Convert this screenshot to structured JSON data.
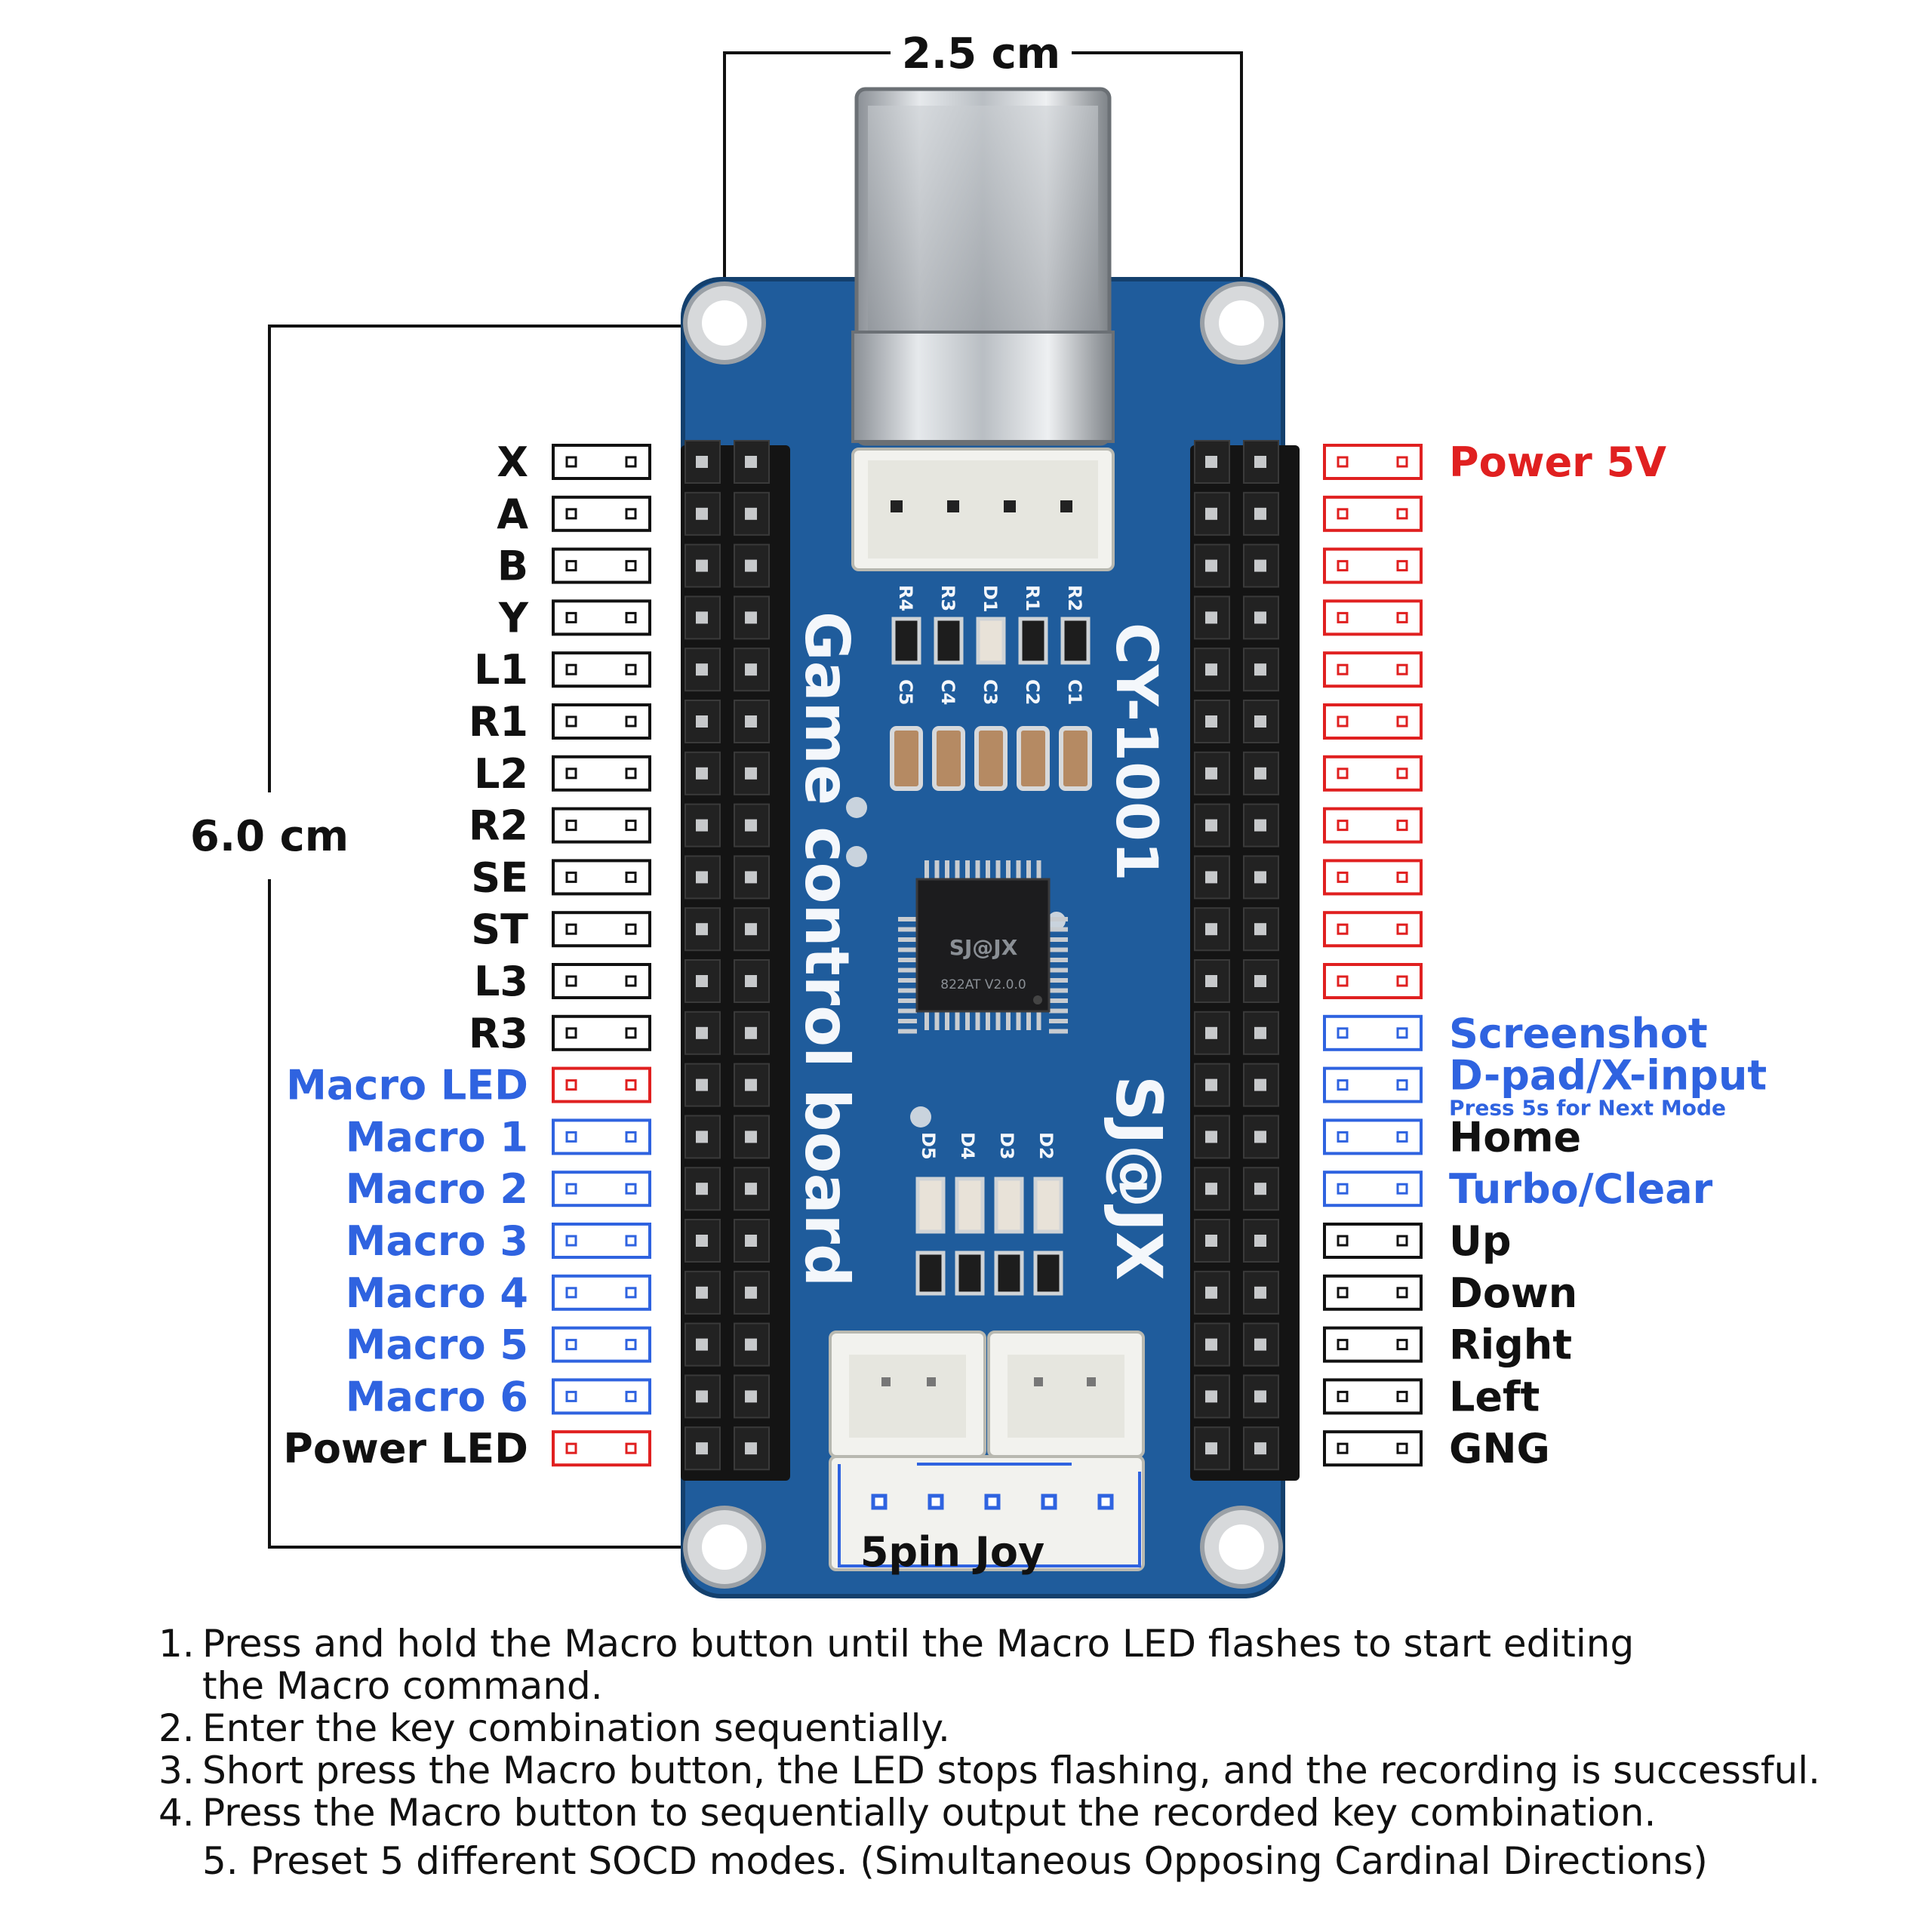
{
  "colors": {
    "black": "#111111",
    "red": "#e02020",
    "blue": "#2f63e0",
    "pcb": "#1f5c9c",
    "pcb_dark": "#17467a",
    "silkscreen": "#f4f7fb"
  },
  "dimensions": {
    "width_label": "2.5 cm",
    "height_label": "6.0 cm"
  },
  "board": {
    "title_silk": "Game control board",
    "model_silk": "CY-1001",
    "brand_silk": "SJ@JX",
    "chip_brand": "SJ@JX",
    "chip_model": "822AT V2.0.0",
    "top_components": [
      "R4",
      "R3",
      "D1",
      "R1",
      "R2"
    ],
    "cap_components": [
      "C5",
      "C4",
      "C3",
      "C2",
      "C1"
    ],
    "led_components": [
      "D5",
      "D4",
      "D3",
      "D2"
    ],
    "joy_connector_label": "5pin Joy"
  },
  "left_pins": [
    {
      "label": "X",
      "color": "black"
    },
    {
      "label": "A",
      "color": "black"
    },
    {
      "label": "B",
      "color": "black"
    },
    {
      "label": "Y",
      "color": "black"
    },
    {
      "label": "L1",
      "color": "black"
    },
    {
      "label": "R1",
      "color": "black"
    },
    {
      "label": "L2",
      "color": "black"
    },
    {
      "label": "R2",
      "color": "black"
    },
    {
      "label": "SE",
      "color": "black"
    },
    {
      "label": "ST",
      "color": "black"
    },
    {
      "label": "L3",
      "color": "black"
    },
    {
      "label": "R3",
      "color": "black"
    },
    {
      "label": "Macro LED",
      "color": "blue",
      "box": "red"
    },
    {
      "label": "Macro 1",
      "color": "blue",
      "box": "blue"
    },
    {
      "label": "Macro 2",
      "color": "blue",
      "box": "blue"
    },
    {
      "label": "Macro 3",
      "color": "blue",
      "box": "blue"
    },
    {
      "label": "Macro 4",
      "color": "blue",
      "box": "blue"
    },
    {
      "label": "Macro 5",
      "color": "blue",
      "box": "blue"
    },
    {
      "label": "Macro 6",
      "color": "blue",
      "box": "blue"
    },
    {
      "label": "Power LED",
      "color": "black",
      "box": "red"
    }
  ],
  "right_pins": [
    {
      "label": "Power 5V",
      "color": "red",
      "box": "red"
    },
    {
      "label": "",
      "color": "red",
      "box": "red"
    },
    {
      "label": "",
      "color": "red",
      "box": "red"
    },
    {
      "label": "",
      "color": "red",
      "box": "red"
    },
    {
      "label": "",
      "color": "red",
      "box": "red"
    },
    {
      "label": "",
      "color": "red",
      "box": "red"
    },
    {
      "label": "",
      "color": "red",
      "box": "red"
    },
    {
      "label": "",
      "color": "red",
      "box": "red"
    },
    {
      "label": "",
      "color": "red",
      "box": "red"
    },
    {
      "label": "",
      "color": "red",
      "box": "red"
    },
    {
      "label": "",
      "color": "red",
      "box": "red"
    },
    {
      "label": "Screenshot",
      "color": "blue",
      "box": "blue"
    },
    {
      "label": "D-pad/X-input",
      "color": "blue",
      "box": "blue",
      "sub": "Press 5s for Next Mode"
    },
    {
      "label": "Home",
      "color": "black",
      "box": "blue"
    },
    {
      "label": "Turbo/Clear",
      "color": "blue",
      "box": "blue"
    },
    {
      "label": "Up",
      "color": "black",
      "box": "black"
    },
    {
      "label": "Down",
      "color": "black",
      "box": "black"
    },
    {
      "label": "Right",
      "color": "black",
      "box": "black"
    },
    {
      "label": "Left",
      "color": "black",
      "box": "black"
    },
    {
      "label": "GNG",
      "color": "black",
      "box": "black"
    }
  ],
  "instructions": [
    {
      "num": "1.",
      "text": "Press and hold the Macro button until the Macro LED flashes to start editing",
      "cont": "the Macro command."
    },
    {
      "num": "2.",
      "text": "Enter the key combination sequentially."
    },
    {
      "num": "3.",
      "text": "Short press the Macro button, the LED stops flashing, and the recording is successful."
    },
    {
      "num": "4.",
      "text": "Press the Macro button to sequentially output the recorded key combination."
    },
    {
      "num": "",
      "text": "5. Preset 5 different SOCD modes. (Simultaneous Opposing Cardinal Directions)"
    }
  ]
}
